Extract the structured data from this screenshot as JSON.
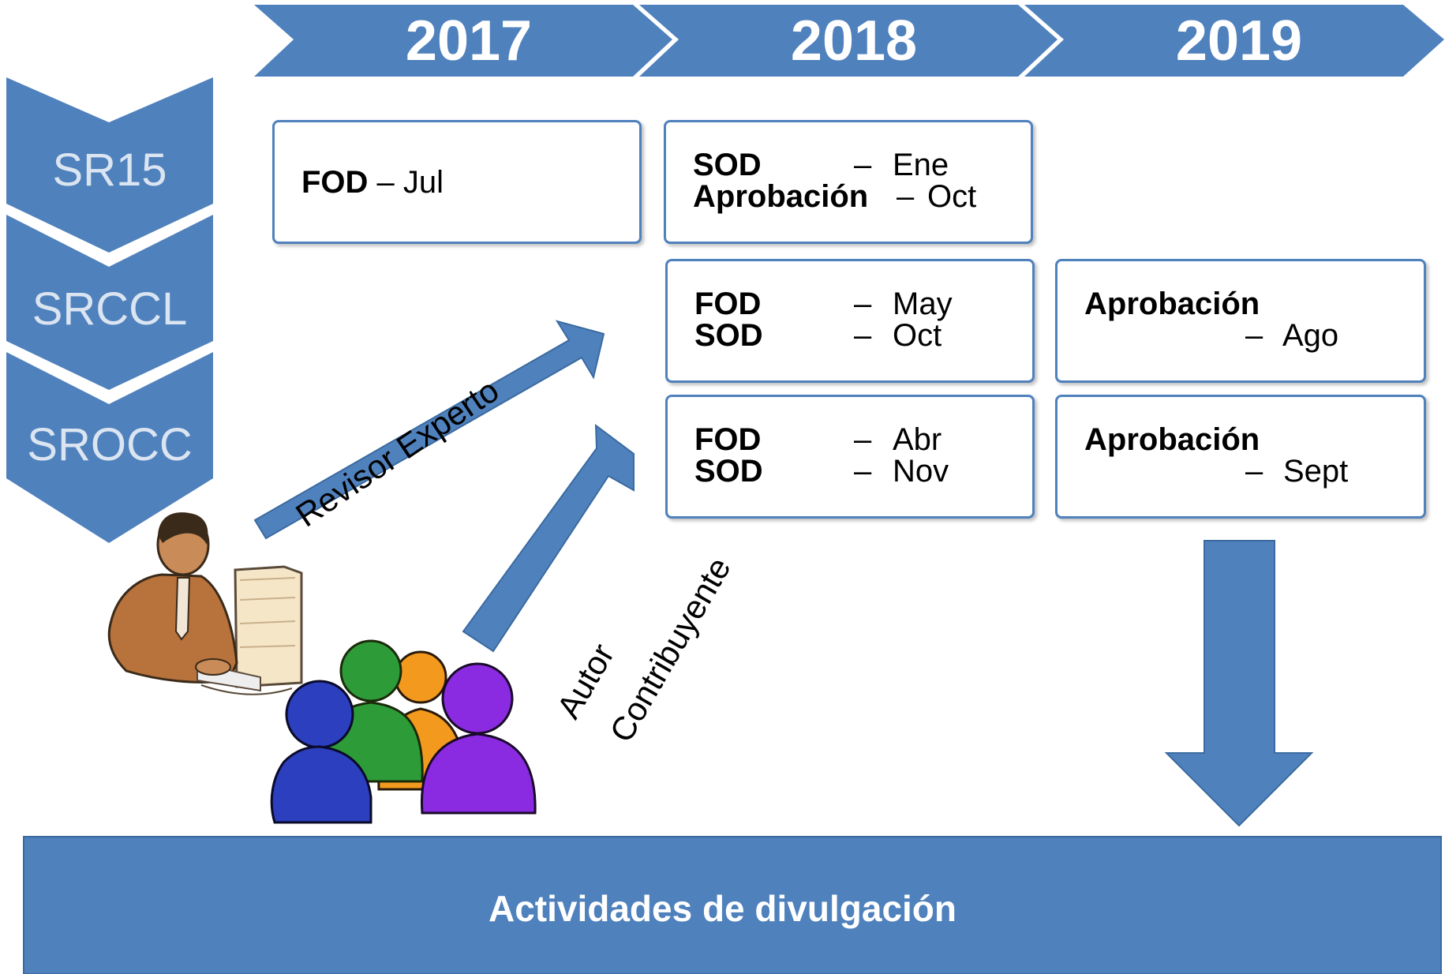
{
  "years": [
    "2017",
    "2018",
    "2019"
  ],
  "reports": [
    "SR15",
    "SRCCL",
    "SROCC"
  ],
  "cells": {
    "sr15_2017": {
      "l1": "FOD",
      "sep1": " – Jul"
    },
    "sr15_2018": {
      "l1": "SOD",
      "d1": "–",
      "v1": "Ene",
      "l2": "Aprobación",
      "d2": "–",
      "v2": "Oct"
    },
    "srccl_2018": {
      "l1": "FOD",
      "d1": "–",
      "v1": "May",
      "l2": "SOD",
      "d2": "–",
      "v2": "Oct"
    },
    "srccl_2019": {
      "l1": "Aprobación",
      "d2": "–",
      "v2": "Ago"
    },
    "srocc_2018": {
      "l1": "FOD",
      "d1": "–",
      "v1": "Abr",
      "l2": "SOD",
      "d2": "–",
      "v2": "Nov"
    },
    "srocc_2019": {
      "l1": "Aprobación",
      "d2": "–",
      "v2": "Sept"
    }
  },
  "arrows": {
    "reviewer": "Revisor Experto",
    "author_line1": "Autor",
    "author_line2": "Contribuyente"
  },
  "banner": "Actividades de divulgación",
  "colors": {
    "primary": "#4f81bd",
    "row_text": "#dbe5f1"
  },
  "icons": [
    "person-at-computer-icon",
    "people-group-icon"
  ]
}
